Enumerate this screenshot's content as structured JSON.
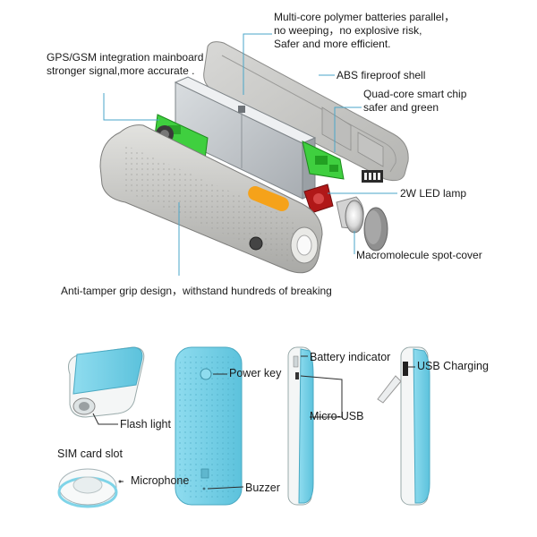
{
  "top_section": {
    "battery_label": {
      "line1": "Multi-core polymer batteries parallel，",
      "line2": "no weeping，no explosive risk,",
      "line3": "Safer and more efficient."
    },
    "gps_label": {
      "line1": "GPS/GSM integration mainboard",
      "line2": "stronger signal,more accurate ."
    },
    "shell_label": "ABS fireproof shell",
    "chip_label": {
      "line1": "Quad-core smart chip",
      "line2": "safer and green"
    },
    "led_label": "2W LED lamp",
    "cover_label": "Macromolecule spot-cover",
    "grip_label": "Anti-tamper grip design，withstand hundreds of breaking"
  },
  "bottom_section": {
    "flash_light_label": "Flash light",
    "sim_slot_label": "SIM card slot",
    "microphone_label": "Microphone",
    "power_key_label": "Power key",
    "buzzer_label": "Buzzer",
    "battery_indicator_label": "Battery indicator",
    "micro_usb_label": "Micro-USB",
    "usb_charging_label": "USB Charging"
  },
  "colors": {
    "shell_grey": "#c9c9c6",
    "board_green": "#3fcf3f",
    "device_blue": "#7fd4e8",
    "device_white": "#f4f6f6",
    "accent_orange": "#f5a21a",
    "led_red": "#b01818",
    "leader_line": "#4aa6c8"
  }
}
